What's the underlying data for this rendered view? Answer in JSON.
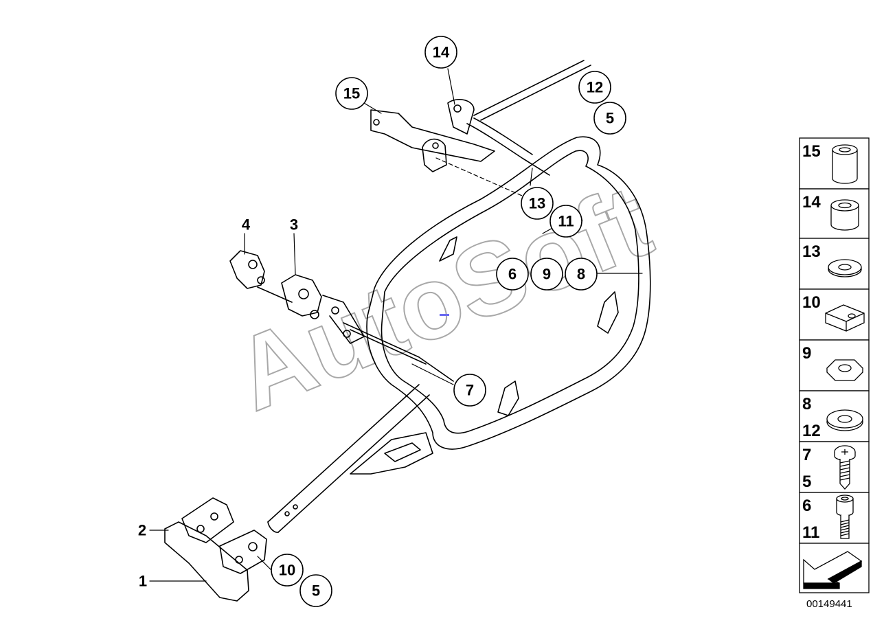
{
  "diagram": {
    "watermark": "AutoSoft",
    "reference_number": "00149441",
    "callouts": [
      {
        "id": "c14",
        "number": "14"
      },
      {
        "id": "c15",
        "number": "15"
      },
      {
        "id": "c12",
        "number": "12"
      },
      {
        "id": "c5a",
        "number": "5"
      },
      {
        "id": "c13",
        "number": "13"
      },
      {
        "id": "c11",
        "number": "11"
      },
      {
        "id": "c6",
        "number": "6"
      },
      {
        "id": "c9",
        "number": "9"
      },
      {
        "id": "c8",
        "number": "8"
      },
      {
        "id": "c7",
        "number": "7"
      },
      {
        "id": "c10",
        "number": "10"
      },
      {
        "id": "c5b",
        "number": "5"
      }
    ],
    "labels": [
      {
        "id": "l4",
        "number": "4"
      },
      {
        "id": "l3",
        "number": "3"
      },
      {
        "id": "l2",
        "number": "2"
      },
      {
        "id": "l1",
        "number": "1"
      }
    ],
    "legend": [
      {
        "numbers": [
          "15"
        ],
        "part": "spacer-sleeve-long-icon"
      },
      {
        "numbers": [
          "14"
        ],
        "part": "spacer-sleeve-short-icon"
      },
      {
        "numbers": [
          "13"
        ],
        "part": "washer-icon"
      },
      {
        "numbers": [
          "10"
        ],
        "part": "clip-nut-icon"
      },
      {
        "numbers": [
          "9"
        ],
        "part": "hex-nut-icon"
      },
      {
        "numbers": [
          "8",
          "12"
        ],
        "part": "flat-washer-icon"
      },
      {
        "numbers": [
          "7",
          "5"
        ],
        "part": "torx-screw-icon"
      },
      {
        "numbers": [
          "6",
          "11"
        ],
        "part": "socket-head-screw-icon"
      },
      {
        "numbers": [],
        "part": "direction-arrow-icon"
      }
    ]
  }
}
